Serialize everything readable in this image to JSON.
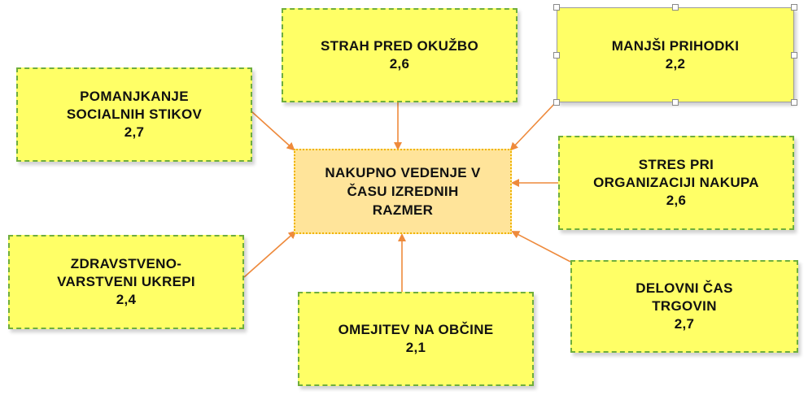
{
  "center": {
    "lines": [
      "NAKUPNO VEDENJE V",
      "ČASU IZREDNIH",
      "RAZMER"
    ]
  },
  "factors": [
    {
      "id": "strah",
      "lines": [
        "STRAH PRED OKUŽBO"
      ],
      "value": "2,6"
    },
    {
      "id": "prihodki",
      "lines": [
        "MANJŠI PRIHODKI"
      ],
      "value": "2,2"
    },
    {
      "id": "stiki",
      "lines": [
        "POMANJKANJE",
        "SOCIALNIH STIKOV"
      ],
      "value": "2,7"
    },
    {
      "id": "stres",
      "lines": [
        "STRES PRI",
        "ORGANIZACIJI NAKUPA"
      ],
      "value": "2,6"
    },
    {
      "id": "ukrepi",
      "lines": [
        "ZDRAVSTVENO-",
        "VARSTVENI UKREPI"
      ],
      "value": "2,4"
    },
    {
      "id": "obcine",
      "lines": [
        "OMEJITEV NA OBČINE"
      ],
      "value": "2,1"
    },
    {
      "id": "delovni",
      "lines": [
        "DELOVNI ČAS",
        "TRGOVIN"
      ],
      "value": "2,7"
    }
  ],
  "colors": {
    "factor_fill": "#ffff66",
    "factor_border": "#6fae3c",
    "center_fill": "#ffe49a",
    "center_border": "#f0b400",
    "arrow": "#ee8a3c"
  }
}
